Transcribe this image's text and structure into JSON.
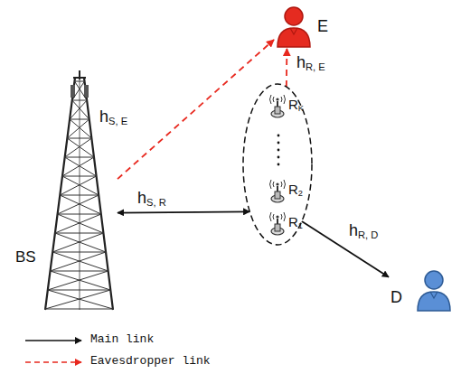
{
  "diagram": {
    "nodes": [
      {
        "text": [
          "E"
        ]
      },
      {
        "text": [
          "BS"
        ]
      },
      {
        "text": []
      },
      {
        "text": [
          "RK"
        ],
        "in": 2
      },
      {
        "text": [
          "R2"
        ],
        "in": 2
      },
      {
        "text": [
          "R1"
        ],
        "in": 2
      },
      {
        "text": [
          "D"
        ]
      }
    ],
    "edges": [
      {
        "from": 1,
        "to": 0,
        "arrow": "to",
        "label": "hS, E"
      },
      {
        "from": 2,
        "to": 0,
        "arrow": "to",
        "label": "hR, E"
      },
      {
        "from": 1,
        "to": 2,
        "arrow": "both",
        "label": "hS, R"
      },
      {
        "from": 2,
        "to": 6,
        "arrow": "to",
        "label": "hR, D"
      }
    ],
    "legend": [
      {
        "text": "Main link"
      },
      {
        "text": "Eavesdropper link"
      }
    ]
  }
}
